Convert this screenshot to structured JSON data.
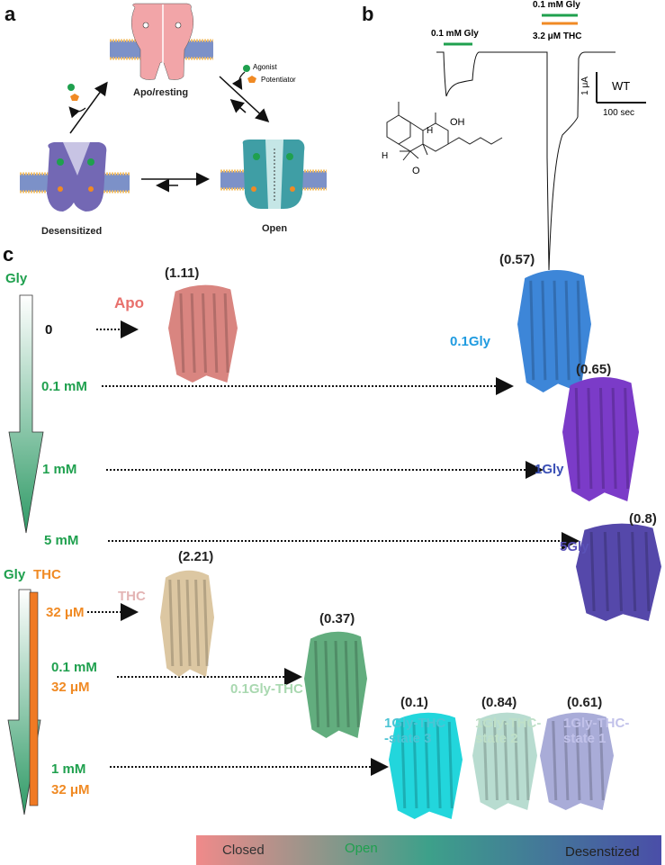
{
  "panels": {
    "a": "a",
    "b": "b",
    "c": "c"
  },
  "panel_a": {
    "states": [
      "Apo/resting",
      "Desensitized",
      "Open"
    ],
    "legend": {
      "agonist": "Agonist",
      "potentiator": "Potentiator"
    },
    "colors": {
      "apo": "#f2a5a8",
      "desensitized": "#7368b4",
      "open": "#3f9ea5",
      "agonist": "#1fa04e",
      "potentiator": "#f08a24"
    }
  },
  "panel_b": {
    "trace1_label": "0.1 mM Gly",
    "trace2_label_top": "0.1 mM Gly",
    "trace2_label_bottom": "3.2 μM THC",
    "scale_y": "1 μA",
    "scale_x": "100 sec",
    "construct": "WT",
    "molecule_atoms": {
      "oh": "OH",
      "h1": "H",
      "h2": "H",
      "o": "O"
    }
  },
  "panel_c": {
    "gly_header": "Gly",
    "gly_thc_header": {
      "gly": "Gly",
      "thc": "THC"
    },
    "gly_concentrations": [
      "0",
      "0.1 mM",
      "1 mM",
      "5 mM"
    ],
    "thc_rows": [
      {
        "gly": "",
        "thc": "32 μM"
      },
      {
        "gly": "0.1 mM",
        "thc": "32 μM"
      },
      {
        "gly": "1 mM",
        "thc": "32 μM"
      }
    ],
    "structures": [
      {
        "name": "Apo",
        "value": "(1.11)",
        "color": "#d98580",
        "label_color": "#e8706c"
      },
      {
        "name": "0.1Gly",
        "value": "(0.57)",
        "color": "#3d86d8",
        "label_color": "#1f9be0"
      },
      {
        "name": "1Gly",
        "value": "(0.65)",
        "color": "#7b3bc8",
        "label_color": "#3a4fb5"
      },
      {
        "name": "5Gly",
        "value": "(0.8)",
        "color": "#5548aa",
        "label_color": "#5a52b8"
      },
      {
        "name": "THC",
        "value": "(2.21)",
        "color": "#dcc7a2",
        "label_color": "#e3b4b4"
      },
      {
        "name": "0.1Gly-THC",
        "value": "(0.37)",
        "color": "#62ad7e",
        "label_color": "#a9d8b0"
      },
      {
        "name": "1Gly-THC\n-state 3",
        "value": "(0.1)",
        "color": "#22d6dc",
        "label_color": "#4cc4d4"
      },
      {
        "name": "1Gly-THC-\nstate 2",
        "value": "(0.84)",
        "color": "#b8dcd0",
        "label_color": "#bfe0c8"
      },
      {
        "name": "1Gly-THC-\nstate 1",
        "value": "(0.61)",
        "color": "#a9acd8",
        "label_color": "#c2c2ea"
      }
    ],
    "colorbar": {
      "labels": [
        "Closed",
        "Open",
        "Desenstized"
      ],
      "colors": [
        "#f08a8a",
        "#3da08a",
        "#4a4ea8"
      ]
    }
  }
}
